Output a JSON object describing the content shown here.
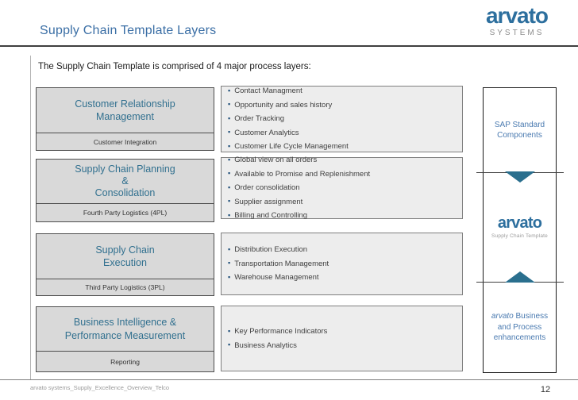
{
  "slide": {
    "title": "Supply Chain Template Layers",
    "subtitle": "The  Supply Chain Template is comprised of 4 major process layers:",
    "footer": "arvato systems_Supply_Excellence_Overview_Telco",
    "page_number": "12"
  },
  "logo": {
    "brand": "arvato",
    "division": "SYSTEMS"
  },
  "layers": [
    {
      "title_lines": [
        "Customer Relationship",
        "Management"
      ],
      "sublabel": "Customer Integration",
      "bullets": [
        "Contact Managment",
        "Opportunity and sales history",
        "Order Tracking",
        "Customer Analytics",
        "Customer Life Cycle Management"
      ]
    },
    {
      "title_lines": [
        "Supply Chain Planning",
        "&",
        "Consolidation"
      ],
      "sublabel": "Fourth Party Logistics (4PL)",
      "bullets": [
        "Global view on all orders",
        "Available to Promise and Replenishment",
        "Order consolidation",
        "Supplier assignment",
        "Billing and Controlling"
      ]
    },
    {
      "title_lines": [
        "Supply Chain",
        "Execution"
      ],
      "sublabel": "Third  Party Logistics (3PL)",
      "bullets": [
        "Distribution Execution",
        "Transportation Management",
        "Warehouse Management"
      ]
    },
    {
      "title_lines": [
        "Business Intelligence &",
        "Performance Measurement"
      ],
      "sublabel": "Reporting",
      "bullets": [
        "Key Performance Indicators",
        "Business Analytics"
      ]
    }
  ],
  "sidebar": {
    "top_label": "SAP Standard Components",
    "middle": {
      "brand": "arvato",
      "caption": "Supply Chain Template"
    },
    "bottom": {
      "brand": "arvato",
      "rest": " Business and Process enhancements"
    }
  },
  "colors": {
    "title_blue": "#3a6ea5",
    "box_heading_blue": "#31708f",
    "sidebar_blue": "#4a7ab0",
    "logo_blue": "#2d6f9e",
    "triangle_teal": "#2a6f8e",
    "box_bg": "#d9d9d9",
    "bullet_panel_bg": "#ededed",
    "bullet_square_blue": "#1f4e79"
  }
}
